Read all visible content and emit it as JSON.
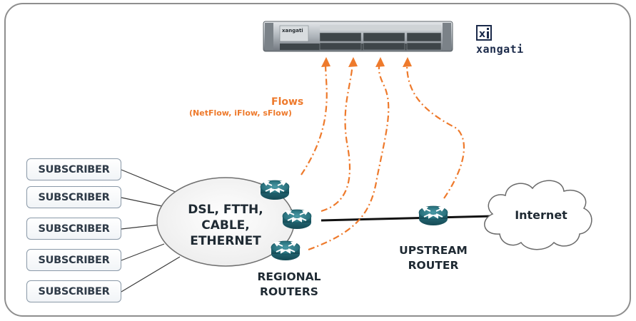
{
  "logo": {
    "brand": "xangati",
    "icon": "xangati-xi-logo-icon"
  },
  "server": {
    "faceplate_label": "xangati"
  },
  "flows": {
    "title": "Flows",
    "subtitle": "(NetFlow, iFlow, sFlow)"
  },
  "subscribers": [
    "SUBSCRIBER",
    "SUBSCRIBER",
    "SUBSCRIBER",
    "SUBSCRIBER",
    "SUBSCRIBER"
  ],
  "access_network": {
    "lines": [
      "DSL, FTTH,",
      "CABLE,",
      "ETHERNET"
    ]
  },
  "regional_routers": {
    "lines": [
      "REGIONAL",
      "ROUTERS"
    ]
  },
  "upstream_router": {
    "lines": [
      "UPSTREAM",
      "ROUTER"
    ]
  },
  "internet": {
    "label": "Internet"
  },
  "colors": {
    "flow": "#ee7a2c",
    "router": "#2f7f8c",
    "frame": "#8e8e8e"
  }
}
